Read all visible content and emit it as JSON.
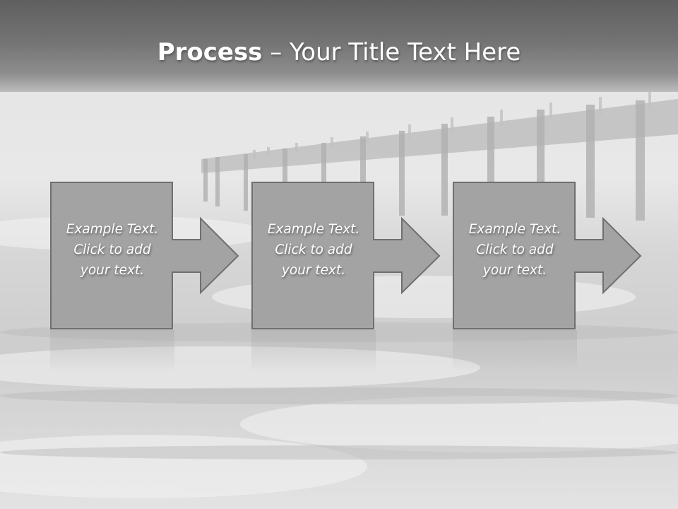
{
  "slide": {
    "title_bold": "Process",
    "title_rest": " – Your Title Text Here"
  },
  "steps": [
    {
      "line1": "Example Text.",
      "line2": "Click  to add",
      "line3": "your text."
    },
    {
      "line1": "Example Text.",
      "line2": "Click  to add",
      "line3": "your text."
    },
    {
      "line1": "Example Text.",
      "line2": "Click  to add",
      "line3": "your text."
    }
  ],
  "colors": {
    "header": "#6e6e6e",
    "box_fill": "#a3a3a3",
    "box_stroke": "#6f6f6f",
    "text": "#ffffff"
  },
  "background": {
    "icon": "stormy-pier-waves-photo"
  }
}
